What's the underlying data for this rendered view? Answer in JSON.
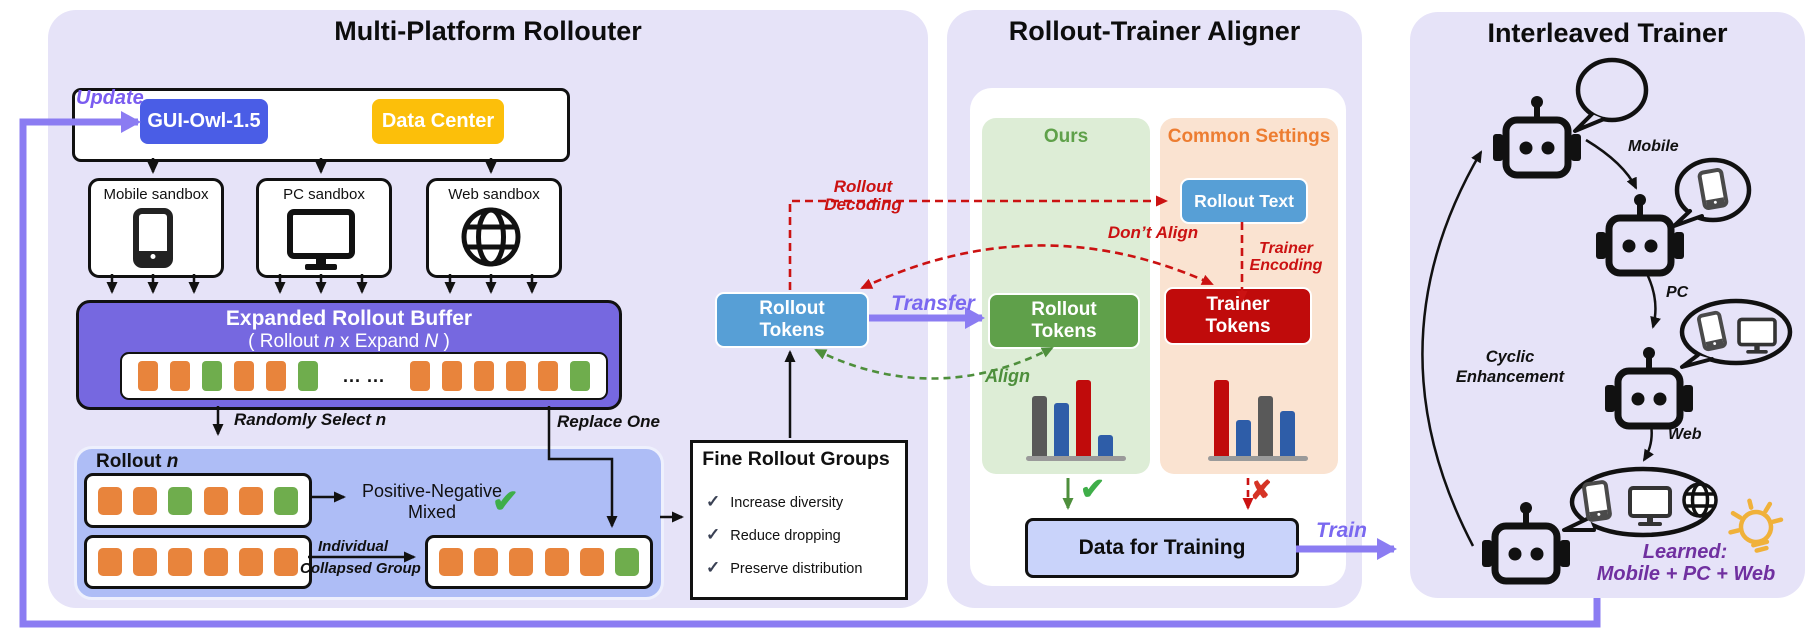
{
  "colors": {
    "panel_bg": "#e6e3f8",
    "token_orange": "#e8843c",
    "token_green": "#6fad4d",
    "accent_purple": "#8b7cf2",
    "text_purple": "#7a5cf0",
    "red": "#cb1212",
    "green": "#4e8f3c",
    "learned_purple": "#7030a0"
  },
  "rollouter": {
    "title": "Multi-Platform Rollouter",
    "update_label": "Update",
    "model_button": "GUI-Owl-1.5",
    "data_center_button": "Data Center",
    "sandboxes": [
      {
        "label": "Mobile sandbox",
        "icon": "smartphone-icon"
      },
      {
        "label": "PC sandbox",
        "icon": "monitor-icon"
      },
      {
        "label": "Web sandbox",
        "icon": "globe-icon"
      }
    ],
    "buffer": {
      "title": "Expanded Rollout Buffer",
      "subtitle_pre": "( Rollout",
      "subtitle_n": "n",
      "subtitle_mid": "x Expand",
      "subtitle_N": "N",
      "subtitle_post": ")",
      "tokens_left": [
        "orange",
        "orange",
        "green",
        "orange",
        "orange",
        "green"
      ],
      "dots": "... ...",
      "tokens_right": [
        "orange",
        "orange",
        "orange",
        "orange",
        "orange",
        "green"
      ]
    },
    "randomly_select_pre": "Randomly Select",
    "randomly_select_n": "n",
    "replace_one": "Replace One",
    "rollout_n_pre": "Rollout",
    "rollout_n_n": "n",
    "strip1": [
      "orange",
      "orange",
      "green",
      "orange",
      "orange",
      "green"
    ],
    "positive_negative_line1": "Positive-Negative",
    "positive_negative_line2": "Mixed",
    "strip2": [
      "orange",
      "orange",
      "orange",
      "orange",
      "orange",
      "orange"
    ],
    "individual_line1": "Individual",
    "individual_line2": "Collapsed Group",
    "strip3": [
      "orange",
      "orange",
      "orange",
      "orange",
      "orange",
      "green"
    ],
    "fine_groups": {
      "title": "Fine Rollout Groups",
      "items": [
        "Increase diversity",
        "Reduce dropping",
        "Preserve distribution"
      ]
    }
  },
  "middle": {
    "rollout_tokens_line1": "Rollout",
    "rollout_tokens_line2": "Tokens",
    "transfer_label": "Transfer",
    "rollout_decoding_line1": "Rollout",
    "rollout_decoding_line2": "Decoding"
  },
  "aligner": {
    "title": "Rollout-Trainer Aligner",
    "ours_label": "Ours",
    "common_label": "Common Settings",
    "rollout_text_button": "Rollout Text",
    "dont_align_label": "Don’t Align",
    "trainer_encoding_line1": "Trainer",
    "trainer_encoding_line2": "Encoding",
    "rollout_tokens_line1": "Rollout",
    "rollout_tokens_line2": "Tokens",
    "trainer_tokens_line1": "Trainer",
    "trainer_tokens_line2": "Tokens",
    "align_label": "Align",
    "ours_chart": {
      "bars": [
        {
          "color": "#595959",
          "height": 62
        },
        {
          "color": "#2e5da8",
          "height": 55
        },
        {
          "color": "#c00b0b",
          "height": 78
        },
        {
          "color": "#2e5da8",
          "height": 23
        }
      ]
    },
    "common_chart": {
      "bars": [
        {
          "color": "#c00b0b",
          "height": 78
        },
        {
          "color": "#2e5da8",
          "height": 38
        },
        {
          "color": "#595959",
          "height": 62
        },
        {
          "color": "#2e5da8",
          "height": 47
        }
      ]
    },
    "check_glyph": "✔",
    "cross_glyph": "✘",
    "data_for_training": "Data for Training",
    "train_label": "Train"
  },
  "trainer": {
    "title": "Interleaved Trainer",
    "mobile_label": "Mobile",
    "pc_label": "PC",
    "web_label": "Web",
    "cyclic_line1": "Cyclic",
    "cyclic_line2": "Enhancement",
    "learned_line1": "Learned:",
    "learned_line2": "Mobile + PC + Web"
  }
}
